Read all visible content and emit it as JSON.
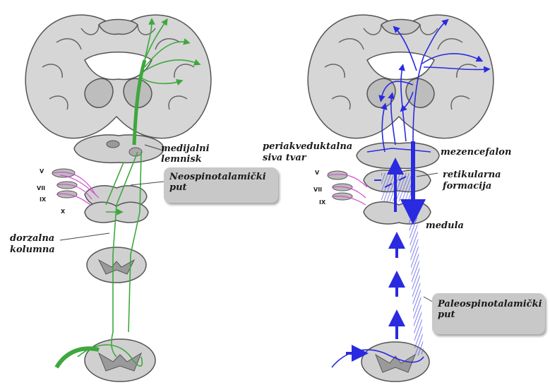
{
  "left": {
    "labels": {
      "medial_lemniscus_1": "medijalni",
      "medial_lemniscus_2": "lemnisk",
      "neo_1": "Neospinotalamički",
      "neo_2": "put",
      "dorsal_1": "dorzalna",
      "dorsal_2": "kolumna"
    },
    "nerves": [
      "V",
      "VII",
      "IX",
      "X"
    ]
  },
  "right": {
    "labels": {
      "pag_1": "periakveduktalna",
      "pag_2": "siva tvar",
      "mesencephalon": "mezencefalon",
      "reticular_1": "retikularna",
      "reticular_2": "formacija",
      "medulla": "medula",
      "paleo_1": "Paleospinotalamički",
      "paleo_2": "put"
    },
    "nerves": [
      "V",
      "VII",
      "IX"
    ]
  },
  "colors": {
    "green": "#3da83d",
    "blue": "#2a2ae0",
    "magenta": "#d24fd2",
    "tissue": "#d6d6d6",
    "outline": "#555555"
  }
}
